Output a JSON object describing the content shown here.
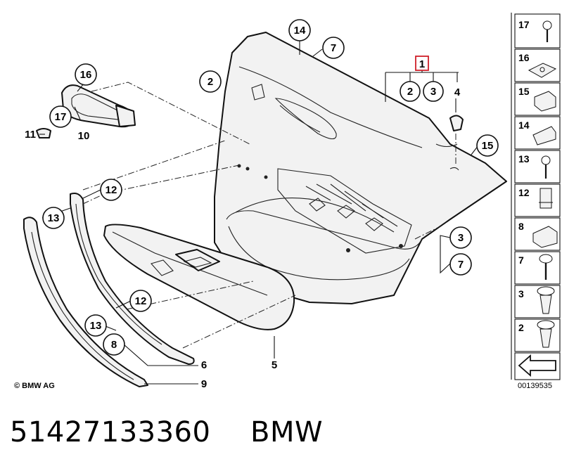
{
  "diagram": {
    "callouts": {
      "c14": "14",
      "c7_top": "7",
      "c1": "1",
      "c2_top": "2",
      "c2_sub": "2",
      "c3_sub": "3",
      "c4": "4",
      "c16": "16",
      "c17": "17",
      "c11": "11",
      "c10": "10",
      "c15": "15",
      "c12_upper": "12",
      "c13_upper": "13",
      "c3_right": "3",
      "c7_right": "7",
      "c12_lower": "12",
      "c13_lower": "13",
      "c8": "8",
      "c6": "6",
      "c5": "5",
      "c9": "9"
    },
    "copyright": "© BMW AG",
    "legend": [
      "17",
      "16",
      "15",
      "14",
      "13",
      "12",
      "8",
      "7",
      "3",
      "2"
    ],
    "diagram_ref": "00139535"
  },
  "caption": {
    "part_number": "51427133360",
    "brand": "BMW"
  },
  "colors": {
    "highlight_box": "#d0202a",
    "line": "#111111",
    "part_fill": "#f2f2f2"
  }
}
